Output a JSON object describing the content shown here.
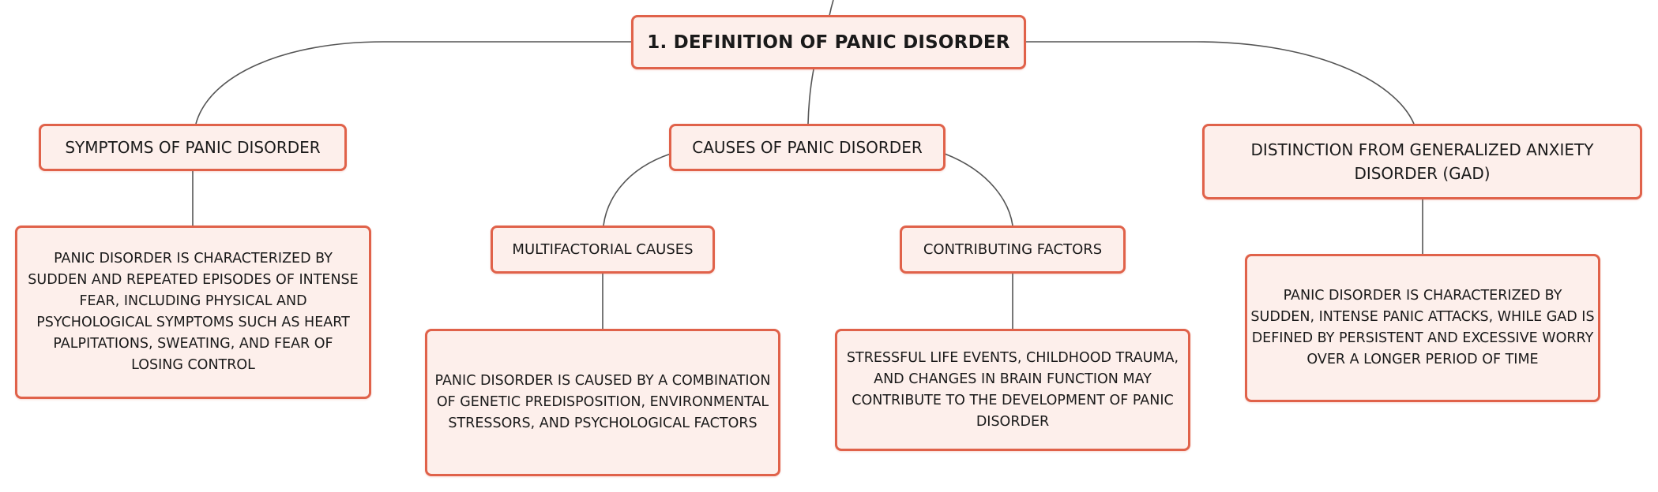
{
  "colors": {
    "node_border": "#e0624a",
    "node_fill": "#fdefeb",
    "connector": "#555555"
  },
  "root": {
    "label": "1. DEFINITION OF PANIC DISORDER"
  },
  "symptoms": {
    "label": "SYMPTOMS OF PANIC DISORDER",
    "detail": "PANIC DISORDER IS CHARACTERIZED BY SUDDEN AND REPEATED EPISODES OF INTENSE FEAR, INCLUDING PHYSICAL AND PSYCHOLOGICAL SYMPTOMS SUCH AS HEART PALPITATIONS, SWEATING, AND FEAR OF LOSING CONTROL"
  },
  "causes": {
    "label": "CAUSES OF PANIC DISORDER",
    "multifactorial": {
      "label": "MULTIFACTORIAL CAUSES",
      "detail": "PANIC DISORDER IS CAUSED BY A COMBINATION OF GENETIC PREDISPOSITION, ENVIRONMENTAL STRESSORS, AND PSYCHOLOGICAL FACTORS"
    },
    "contributing": {
      "label": "CONTRIBUTING FACTORS",
      "detail": "STRESSFUL LIFE EVENTS, CHILDHOOD TRAUMA, AND CHANGES IN BRAIN FUNCTION MAY CONTRIBUTE TO THE DEVELOPMENT OF PANIC DISORDER"
    }
  },
  "distinction": {
    "label": "DISTINCTION FROM GENERALIZED ANXIETY DISORDER (GAD)",
    "detail": "PANIC DISORDER IS CHARACTERIZED BY SUDDEN, INTENSE PANIC ATTACKS, WHILE GAD IS DEFINED BY PERSISTENT AND EXCESSIVE WORRY OVER A LONGER PERIOD OF TIME"
  }
}
